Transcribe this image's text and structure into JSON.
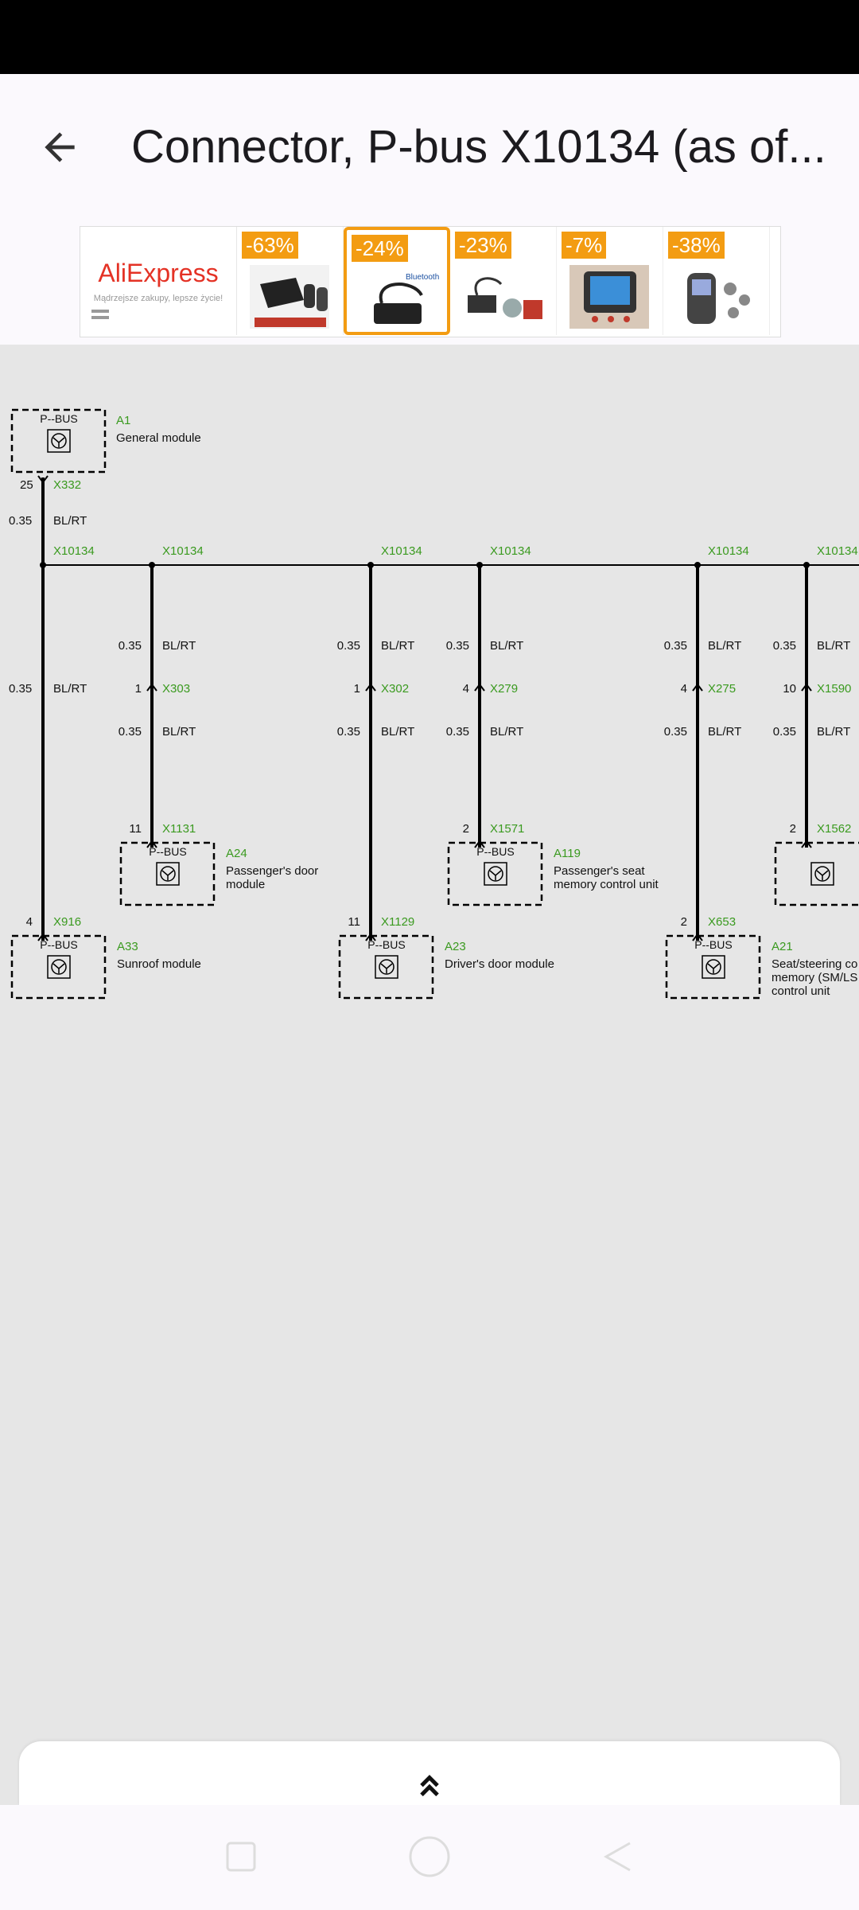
{
  "app_bar": {
    "title": "Connector, P-bus X10134 (as of..."
  },
  "ad": {
    "brand": "AliExpress",
    "tagline": "Mądrzejsze zakupy, lepsze życie!",
    "items": [
      {
        "discount": "-63%"
      },
      {
        "discount": "-24%"
      },
      {
        "discount": "-23%"
      },
      {
        "discount": "-7%"
      },
      {
        "discount": "-38%"
      }
    ]
  },
  "diagram": {
    "colors": {
      "ref": "#3a9a1f",
      "text": "#111111",
      "wire": "#000000"
    },
    "top_module": {
      "ref": "A1",
      "name": "General module",
      "bus": "P--BUS",
      "pin": "25",
      "connector": "X332",
      "gauge": "0.35",
      "wire_color": "BL/RT"
    },
    "splice": "X10134",
    "branches": [
      {
        "id": "sunroof",
        "top_gauge": "0.35",
        "top_color": "BL/RT",
        "mid_pin": "",
        "mid_connector": "",
        "bottom_gauge": "",
        "bottom_color": "",
        "end_pin": "4",
        "end_connector": "X916",
        "module_ref": "A33",
        "module_name": "Sunroof module",
        "bus": "P--BUS"
      },
      {
        "id": "passenger-door",
        "top_gauge": "0.35",
        "top_color": "BL/RT",
        "mid_pin": "1",
        "mid_connector": "X303",
        "bottom_gauge": "0.35",
        "bottom_color": "BL/RT",
        "end_pin": "11",
        "end_connector": "X1131",
        "module_ref": "A24",
        "module_name": "Passenger's door",
        "module_name_2": " module",
        "bus": "P--BUS"
      },
      {
        "id": "driver-door",
        "top_gauge": "0.35",
        "top_color": "BL/RT",
        "mid_pin": "1",
        "mid_connector": "X302",
        "bottom_gauge": "0.35",
        "bottom_color": "BL/RT",
        "end_pin": "11",
        "end_connector": "X1129",
        "module_ref": "A23",
        "module_name": "Driver's door module",
        "bus": "P--BUS"
      },
      {
        "id": "passenger-seat",
        "top_gauge": "0.35",
        "top_color": "BL/RT",
        "mid_pin": "4",
        "mid_connector": "X279",
        "bottom_gauge": "0.35",
        "bottom_color": "BL/RT",
        "end_pin": "2",
        "end_connector": "X1571",
        "module_ref": "A119",
        "module_name": "Passenger's seat",
        "module_name_2": " memory control unit",
        "bus": "P--BUS"
      },
      {
        "id": "seat-steering",
        "top_gauge": "0.35",
        "top_color": "BL/RT",
        "mid_pin": "4",
        "mid_connector": "X275",
        "bottom_gauge": "0.35",
        "bottom_color": "BL/RT",
        "end_pin": "2",
        "end_connector": "X653",
        "module_ref": "A21",
        "module_name": "Seat/steering co",
        "module_name_2": " memory (SM/LS",
        "module_name_3": " control unit",
        "bus": "P--BUS"
      },
      {
        "id": "right-partial",
        "top_gauge": "0.35",
        "top_color": "BL/RT",
        "mid_pin": "10",
        "mid_connector": "X1590",
        "bottom_gauge": "0.35",
        "bottom_color": "BL/RT",
        "end_pin": "2",
        "end_connector": "X1562"
      }
    ]
  }
}
